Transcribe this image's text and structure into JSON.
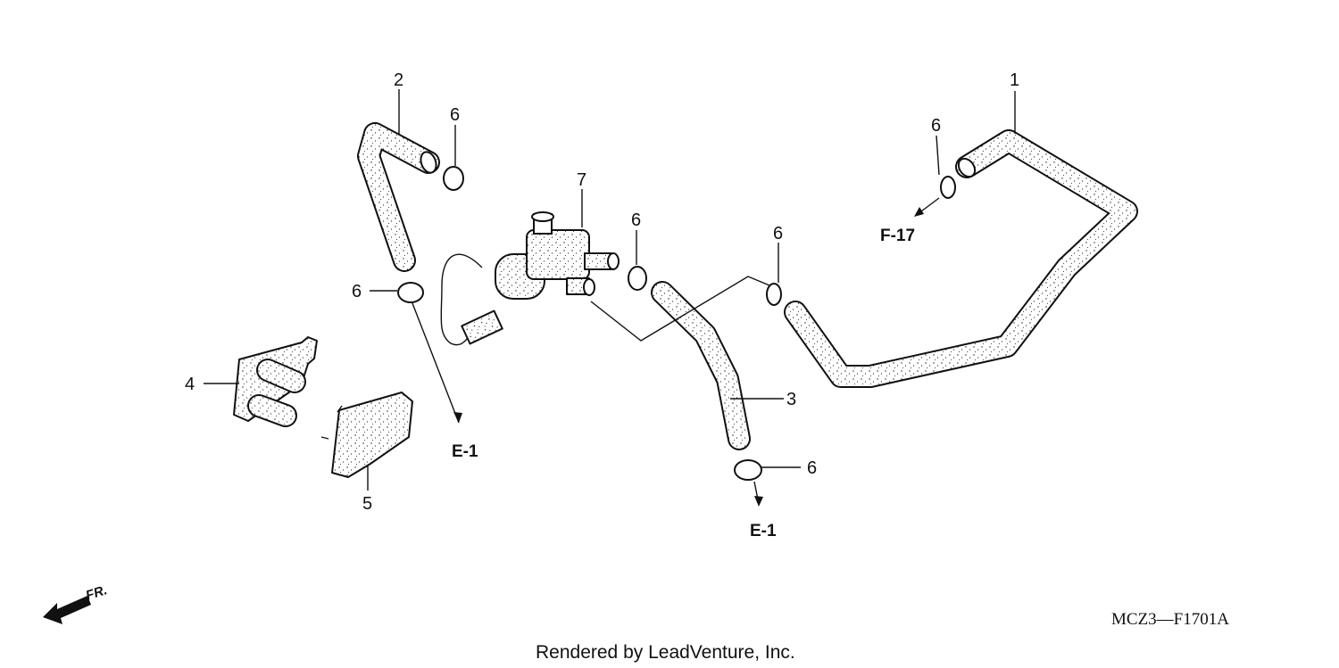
{
  "callouts": {
    "p1": "1",
    "p2": "2",
    "p3": "3",
    "p4": "4",
    "p5": "5",
    "p6": "6",
    "p7": "7"
  },
  "references": {
    "e1": "E-1",
    "f17": "F-17"
  },
  "front_marker": "FR.",
  "diagram_code": "MCZ3—F1701A",
  "credit": "Rendered by LeadVenture, Inc."
}
